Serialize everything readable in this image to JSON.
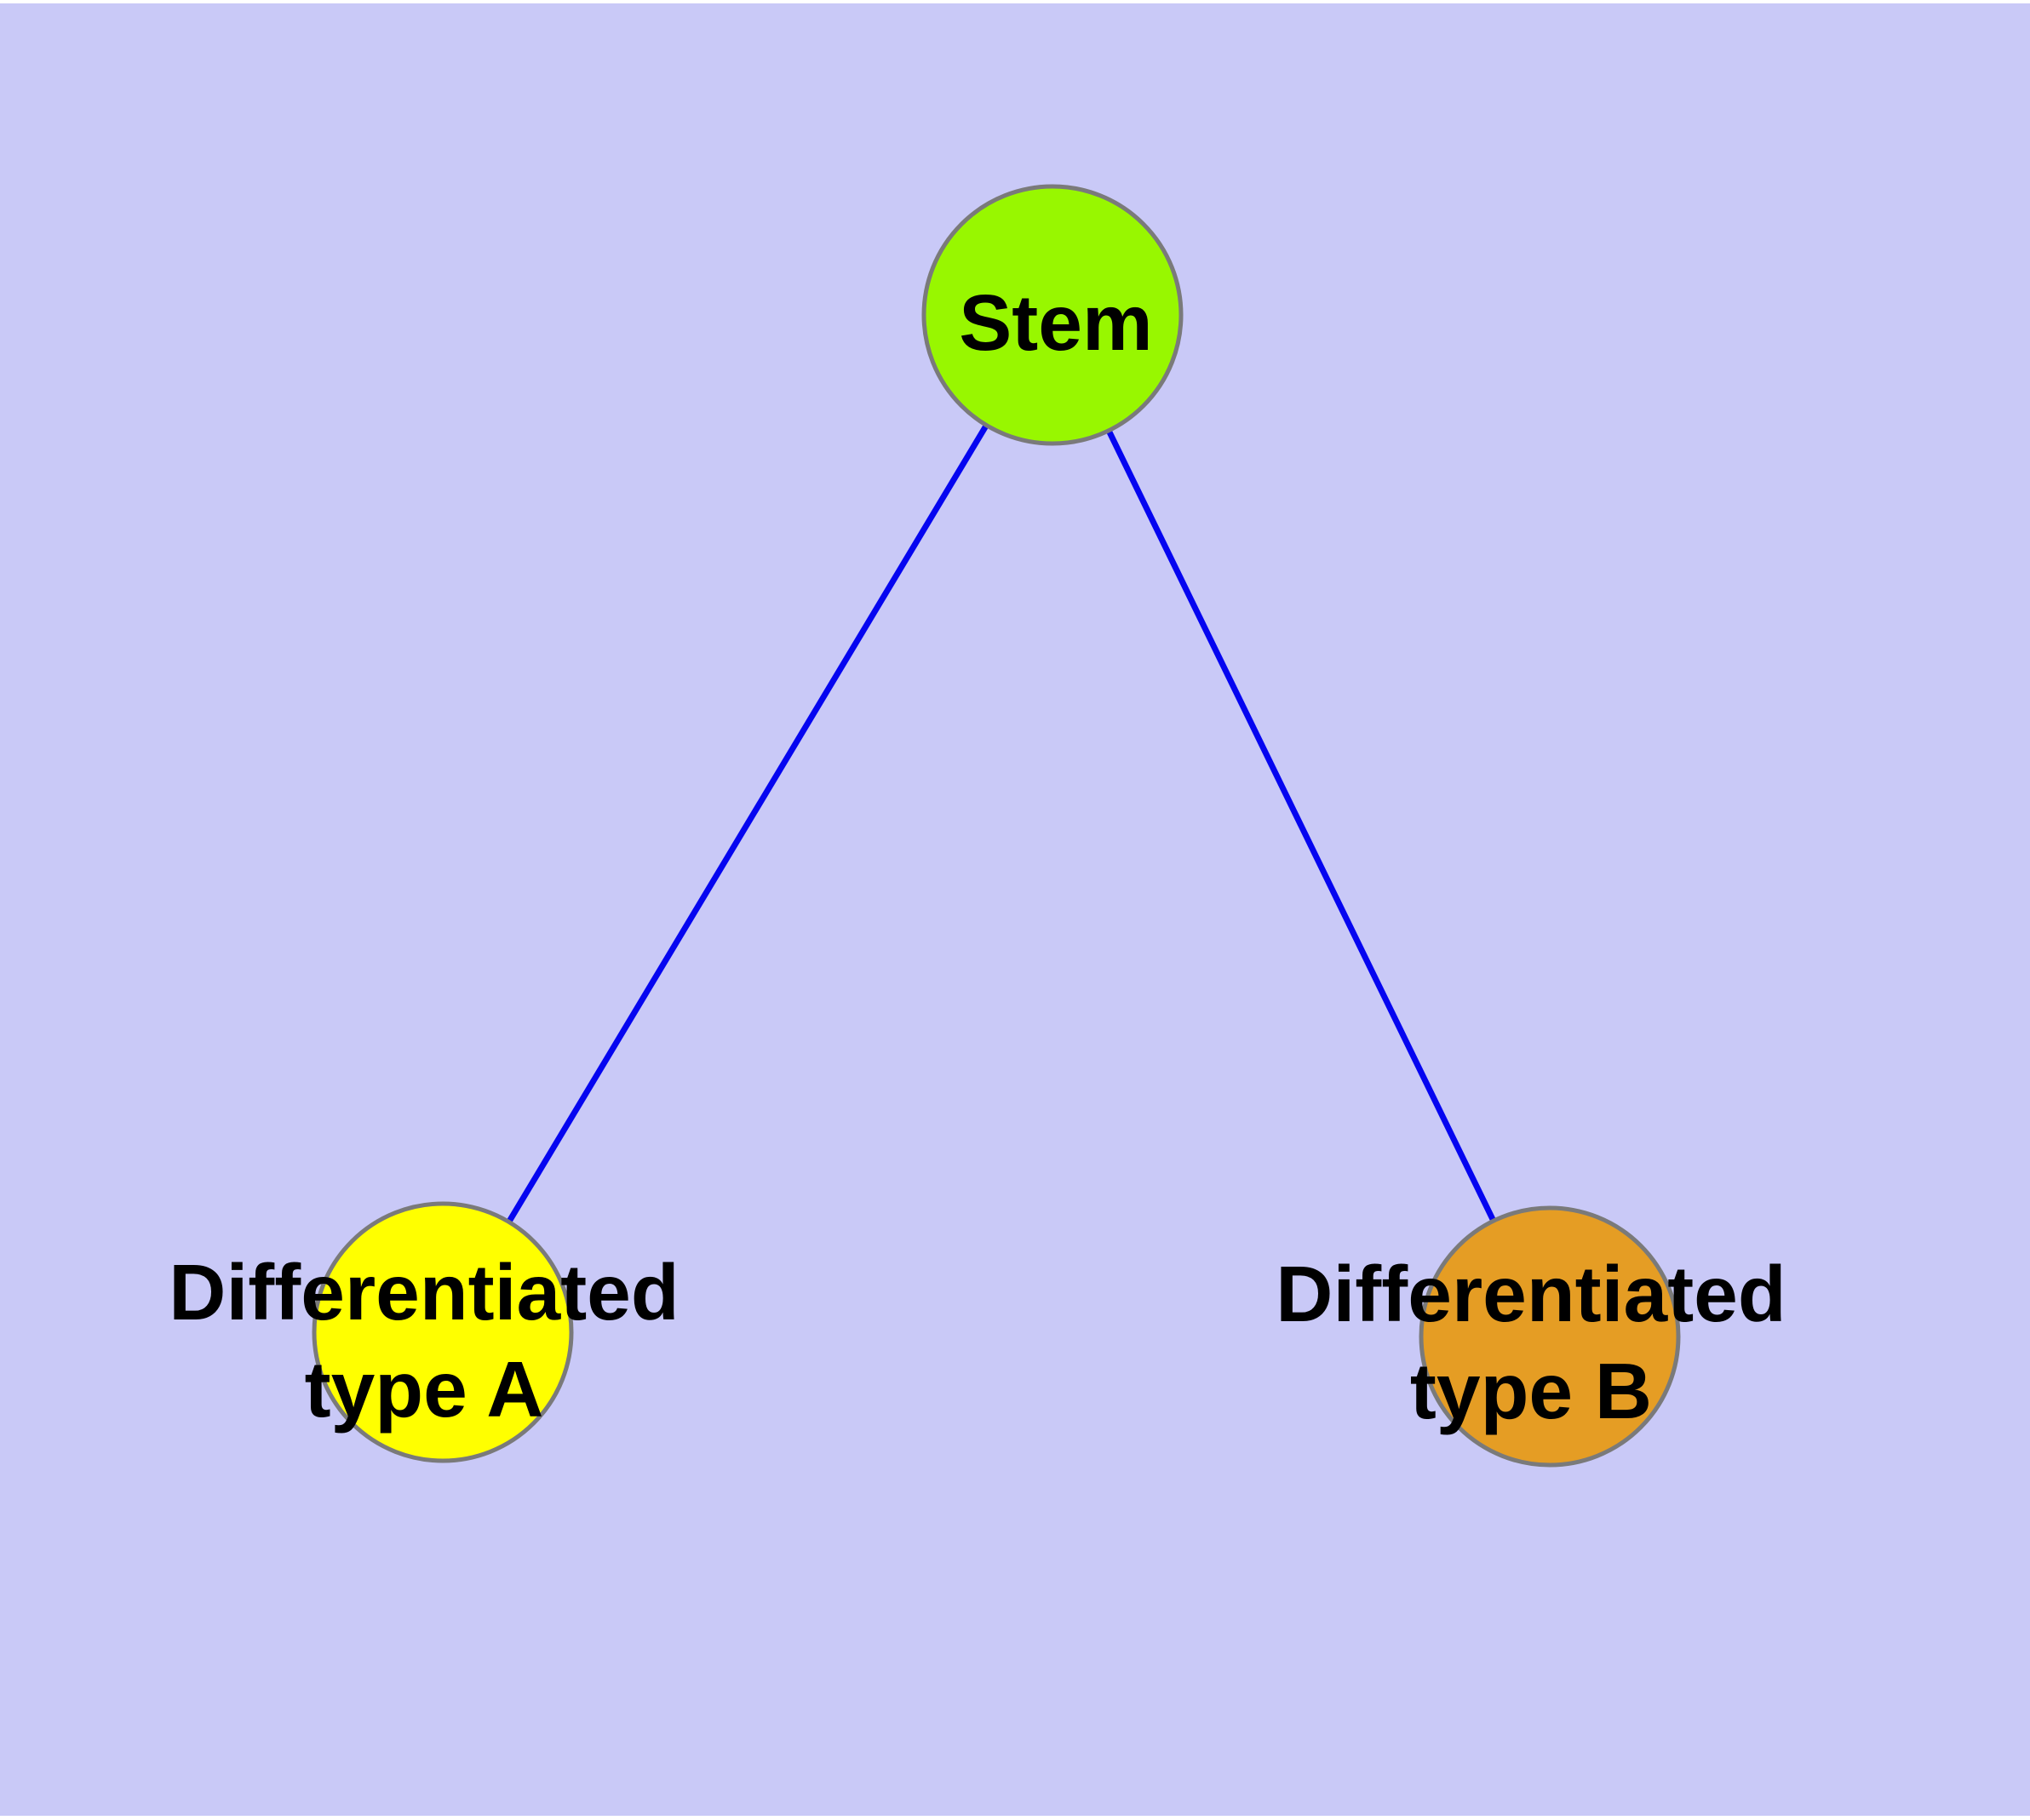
{
  "diagram": {
    "background_color": "#C9C9F7",
    "frame_color": "#FFFFFF",
    "edge_color": "#0505F0",
    "node_border_color": "#7A7A7A",
    "label_color": "#000000",
    "nodes": [
      {
        "id": "stem",
        "label": "Stem",
        "label_line1": "Stem",
        "label_line2": "",
        "fill": "#98F700"
      },
      {
        "id": "diff-a",
        "label": "Differentiated type A",
        "label_line1": "Differentiated",
        "label_line2": "type A",
        "fill": "#FFFF00"
      },
      {
        "id": "diff-b",
        "label": "Differentiated type B",
        "label_line1": "Differentiated",
        "label_line2": "type B",
        "fill": "#E59D24"
      }
    ],
    "edges": [
      {
        "from": "Stem",
        "to": "Differentiated type A"
      },
      {
        "from": "Stem",
        "to": "Differentiated type B"
      }
    ]
  }
}
